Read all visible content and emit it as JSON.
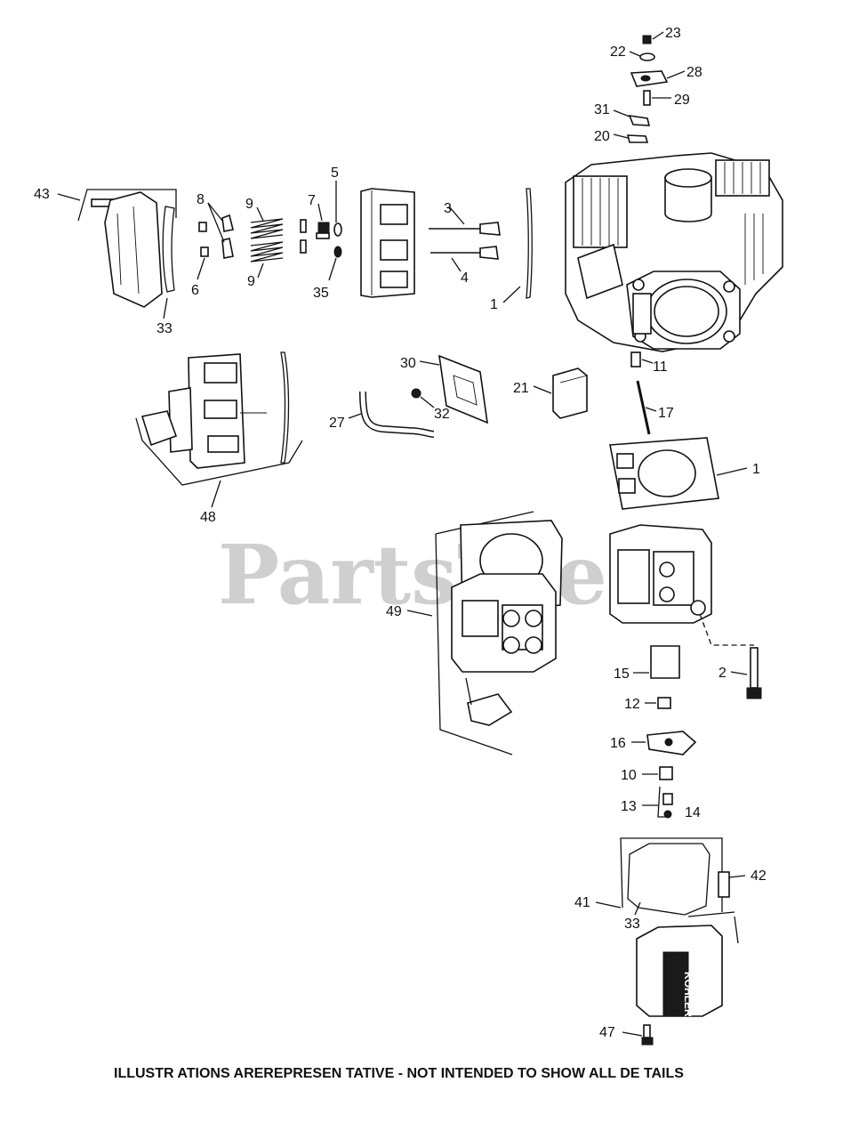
{
  "watermark": "PartsTree",
  "footer": "ILLUSTR ATIONS  AREREPRESEN    TATIVE - NOT INTENDED     TO SHOW   ALL DE TAILS",
  "callouts": {
    "c23": "23",
    "c22": "22",
    "c28": "28",
    "c29": "29",
    "c31": "31",
    "c20": "20",
    "c43": "43",
    "c8": "8",
    "c9a": "9",
    "c7": "7",
    "c5": "5",
    "c3": "3",
    "c6": "6",
    "c9b": "9",
    "c35": "35",
    "c4": "4",
    "c1a": "1",
    "c33a": "33",
    "c30": "30",
    "c21": "21",
    "c11": "11",
    "c27": "27",
    "c32": "32",
    "c17": "17",
    "c48": "48",
    "c1b": "1",
    "c49": "49",
    "c15": "15",
    "c2": "2",
    "c12": "12",
    "c16": "16",
    "c10": "10",
    "c13": "13",
    "c14": "14",
    "c42": "42",
    "c41": "41",
    "c33b": "33",
    "c47": "47"
  }
}
